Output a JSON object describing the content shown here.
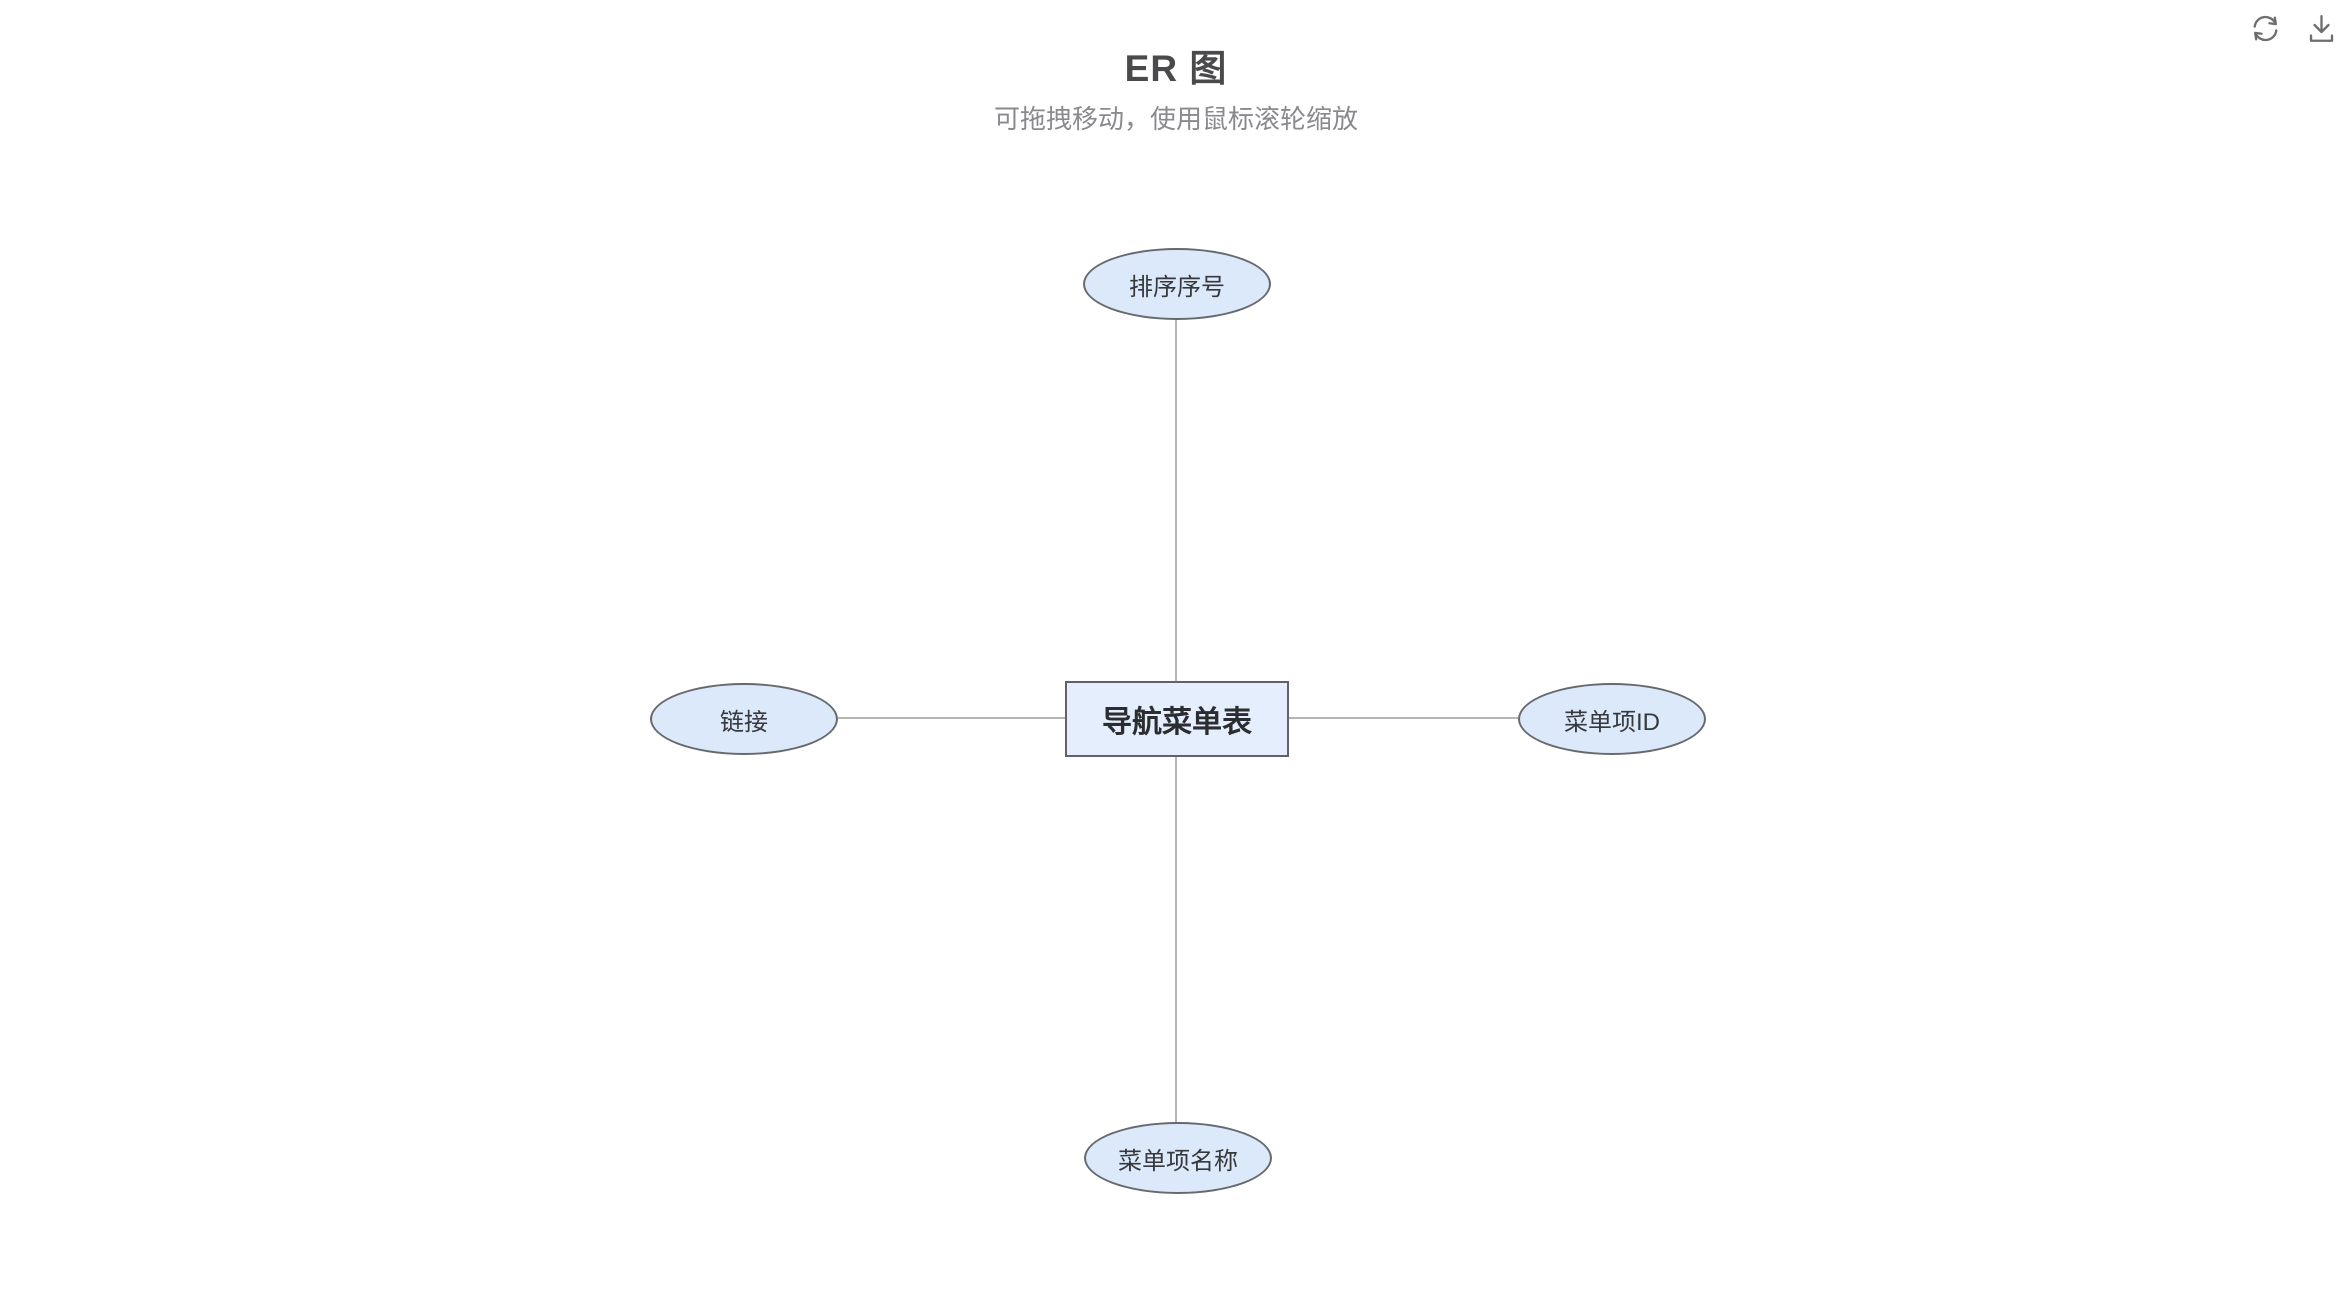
{
  "header": {
    "title": "ER 图",
    "subtitle": "可拖拽移动，使用鼠标滚轮缩放"
  },
  "toolbar": {
    "icons": [
      {
        "name": "refresh-icon"
      },
      {
        "name": "download-icon"
      }
    ]
  },
  "diagram": {
    "entity": {
      "label": "导航菜单表"
    },
    "attributes": [
      {
        "position": "top",
        "label": "排序序号"
      },
      {
        "position": "left",
        "label": "链接"
      },
      {
        "position": "right",
        "label": "菜单项ID"
      },
      {
        "position": "bottom",
        "label": "菜单项名称"
      }
    ],
    "edges": [
      {
        "from": "导航菜单表",
        "to": "排序序号"
      },
      {
        "from": "导航菜单表",
        "to": "链接"
      },
      {
        "from": "导航菜单表",
        "to": "菜单项ID"
      },
      {
        "from": "导航菜单表",
        "to": "菜单项名称"
      }
    ],
    "colors": {
      "entity_fill": "#e4eefc",
      "attribute_fill": "#dce9fa",
      "node_border": "#66696d",
      "edge_line": "#b5b5b5",
      "icon_gray": "#6e6e6e"
    }
  }
}
